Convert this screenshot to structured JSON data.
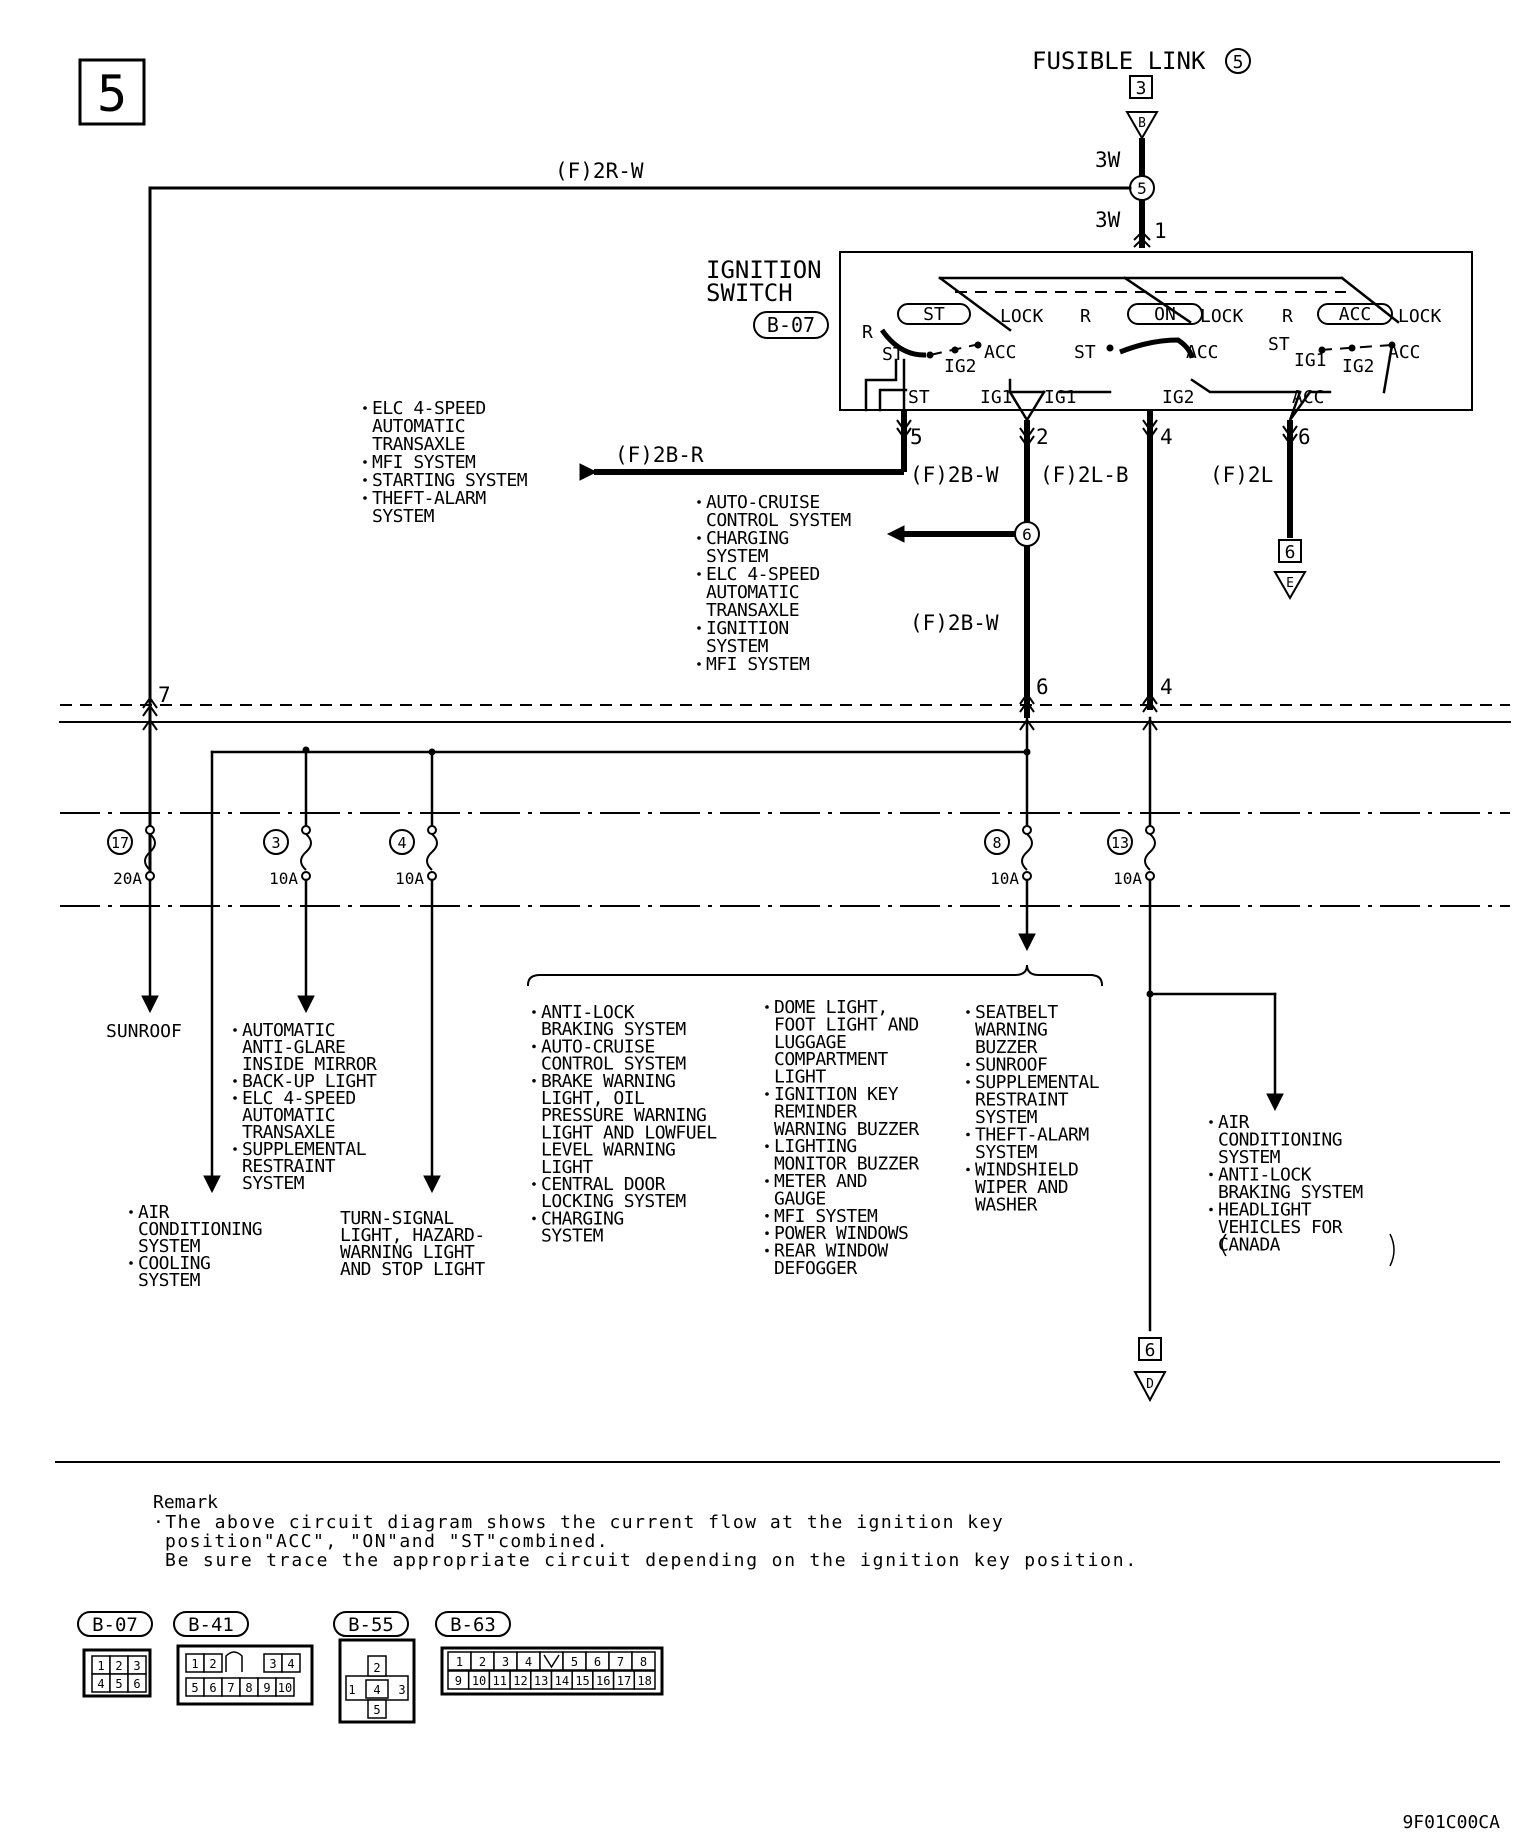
{
  "page_badge": "5",
  "header": {
    "fusible_link": "FUSIBLE LINK",
    "fusible_link_num": "5",
    "connector_top": "3",
    "connector_top_letter": "B"
  },
  "wires": {
    "w_2rw": "(F)2R-W",
    "w_3w_a": "3W",
    "w_3w_b": "3W",
    "splice5": "5",
    "pin1": "1",
    "w_2br": "(F)2B-R",
    "pin5": "5",
    "w_2bw_a": "(F)2B-W",
    "pin2": "2",
    "w_2lb": "(F)2L-B",
    "pin4a": "4",
    "w_2l": "(F)2L",
    "pin6": "6",
    "splice6": "6",
    "w_2bw_b": "(F)2B-W",
    "pin7": "7",
    "pin6b": "6",
    "pin4b": "4",
    "conn_e_num": "6",
    "conn_e_letter": "E",
    "conn_d_num": "6",
    "conn_d_letter": "D"
  },
  "ignition": {
    "title1": "IGNITION",
    "title2": "SWITCH",
    "code": "B-07",
    "labels": {
      "st": "ST",
      "on": "ON",
      "acc": "ACC",
      "lock": "LOCK",
      "r": "R",
      "st_small": "ST",
      "acc_small": "ACC",
      "ig1": "IG1",
      "ig2": "IG2"
    }
  },
  "left_list": [
    "ELC 4-SPEED",
    "AUTOMATIC",
    "TRANSAXLE",
    "MFI SYSTEM",
    "STARTING SYSTEM",
    "THEFT-ALARM",
    "SYSTEM"
  ],
  "mid_list": [
    "AUTO-CRUISE",
    "CONTROL SYSTEM",
    "CHARGING",
    "SYSTEM",
    "ELC 4-SPEED",
    "AUTOMATIC",
    "TRANSAXLE",
    "IGNITION",
    "SYSTEM",
    "MFI SYSTEM"
  ],
  "fuses": [
    {
      "num": "17",
      "rating": "20A"
    },
    {
      "num": "3",
      "rating": "10A"
    },
    {
      "num": "4",
      "rating": "10A"
    },
    {
      "num": "8",
      "rating": "10A"
    },
    {
      "num": "13",
      "rating": "10A"
    }
  ],
  "loads": {
    "sunroof": "SUNROOF",
    "aag": [
      "AUTOMATIC",
      "ANTI-GLARE",
      "INSIDE MIRROR",
      "BACK-UP LIGHT",
      "ELC 4-SPEED",
      "AUTOMATIC",
      "TRANSAXLE",
      "SUPPLEMENTAL",
      "RESTRAINT",
      "SYSTEM"
    ],
    "ac_cool": [
      "AIR",
      "CONDITIONING",
      "SYSTEM",
      "COOLING",
      "SYSTEM"
    ],
    "turn": [
      "TURN-SIGNAL",
      "LIGHT, HAZARD-",
      "WARNING LIGHT",
      "AND STOP LIGHT"
    ],
    "col1": [
      "ANTI-LOCK",
      "BRAKING SYSTEM",
      "AUTO-CRUISE",
      "CONTROL SYSTEM",
      "BRAKE WARNING",
      "LIGHT, OIL",
      "PRESSURE WARNING",
      "LIGHT AND LOWFUEL",
      "LEVEL WARNING",
      "LIGHT",
      "CENTRAL DOOR",
      "LOCKING SYSTEM",
      "CHARGING",
      "SYSTEM"
    ],
    "col2": [
      "DOME LIGHT,",
      "FOOT LIGHT AND",
      "LUGGAGE",
      "COMPARTMENT",
      "LIGHT",
      "IGNITION KEY",
      "REMINDER",
      "WARNING BUZZER",
      "LIGHTING",
      "MONITOR BUZZER",
      "METER AND",
      "GAUGE",
      "MFI SYSTEM",
      "POWER WINDOWS",
      "REAR WINDOW",
      "DEFOGGER"
    ],
    "col3": [
      "SEATBELT",
      "WARNING",
      "BUZZER",
      "SUNROOF",
      "SUPPLEMENTAL",
      "RESTRAINT",
      "SYSTEM",
      "THEFT-ALARM",
      "SYSTEM",
      "WINDSHIELD",
      "WIPER AND",
      "WASHER"
    ],
    "right": [
      "AIR",
      "CONDITIONING",
      "SYSTEM",
      "ANTI-LOCK",
      "BRAKING SYSTEM",
      "HEADLIGHT",
      "VEHICLES FOR",
      "CANADA"
    ]
  },
  "remark": {
    "title": "Remark",
    "line1": "·The above circuit diagram shows the current flow at the ignition key",
    "line2": "position\"ACC\", \"ON\"and \"ST\"combined.",
    "line3": "Be sure trace the appropriate circuit depending on the ignition key position."
  },
  "connectors": {
    "b07": {
      "code": "B-07",
      "pins": [
        "1",
        "2",
        "3",
        "4",
        "5",
        "6"
      ]
    },
    "b41": {
      "code": "B-41",
      "pins": [
        "1",
        "2",
        "3",
        "4",
        "5",
        "6",
        "7",
        "8",
        "9",
        "10"
      ]
    },
    "b55": {
      "code": "B-55",
      "pins": [
        "1",
        "2",
        "3",
        "4",
        "5"
      ]
    },
    "b63": {
      "code": "B-63",
      "pins": [
        "1",
        "2",
        "3",
        "4",
        "5",
        "6",
        "7",
        "8",
        "9",
        "10",
        "11",
        "12",
        "13",
        "14",
        "15",
        "16",
        "17",
        "18"
      ]
    }
  },
  "footer_code": "9F01C00CA"
}
